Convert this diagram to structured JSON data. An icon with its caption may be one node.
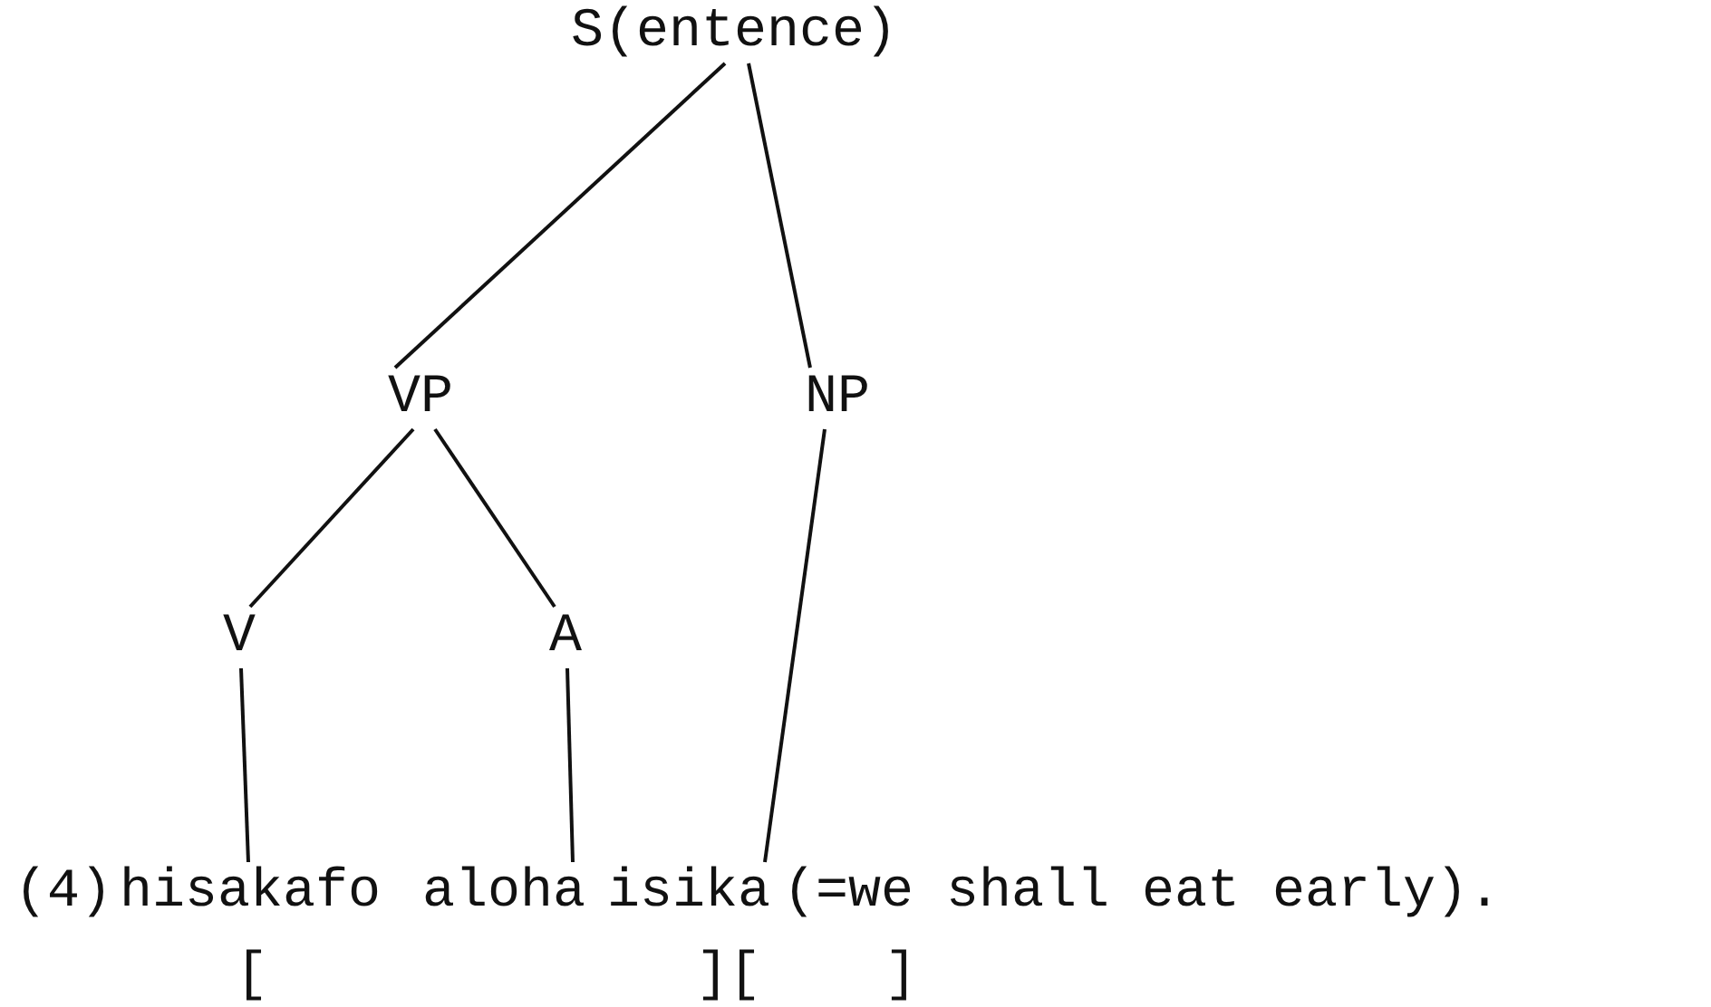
{
  "diagram": {
    "nodes": [
      {
        "text": [
          "S(entence)"
        ]
      },
      {
        "text": [
          "VP"
        ]
      },
      {
        "text": [
          "NP"
        ]
      },
      {
        "text": [
          "V"
        ]
      },
      {
        "text": [
          "A"
        ]
      },
      {
        "text": [
          "hisakafo"
        ]
      },
      {
        "text": [
          "aloha"
        ]
      },
      {
        "text": [
          "isika"
        ]
      }
    ],
    "edges": [
      {
        "from": 0,
        "to": 1,
        "arrow": "none"
      },
      {
        "from": 0,
        "to": 2,
        "arrow": "none"
      },
      {
        "from": 1,
        "to": 3,
        "arrow": "none"
      },
      {
        "from": 1,
        "to": 4,
        "arrow": "none"
      },
      {
        "from": 3,
        "to": 5,
        "arrow": "none"
      },
      {
        "from": 4,
        "to": 6,
        "arrow": "none"
      },
      {
        "from": 2,
        "to": 7,
        "arrow": "none"
      }
    ],
    "labels": [
      "(4)",
      "(=we shall eat early).",
      "[",
      "][",
      "]"
    ]
  }
}
